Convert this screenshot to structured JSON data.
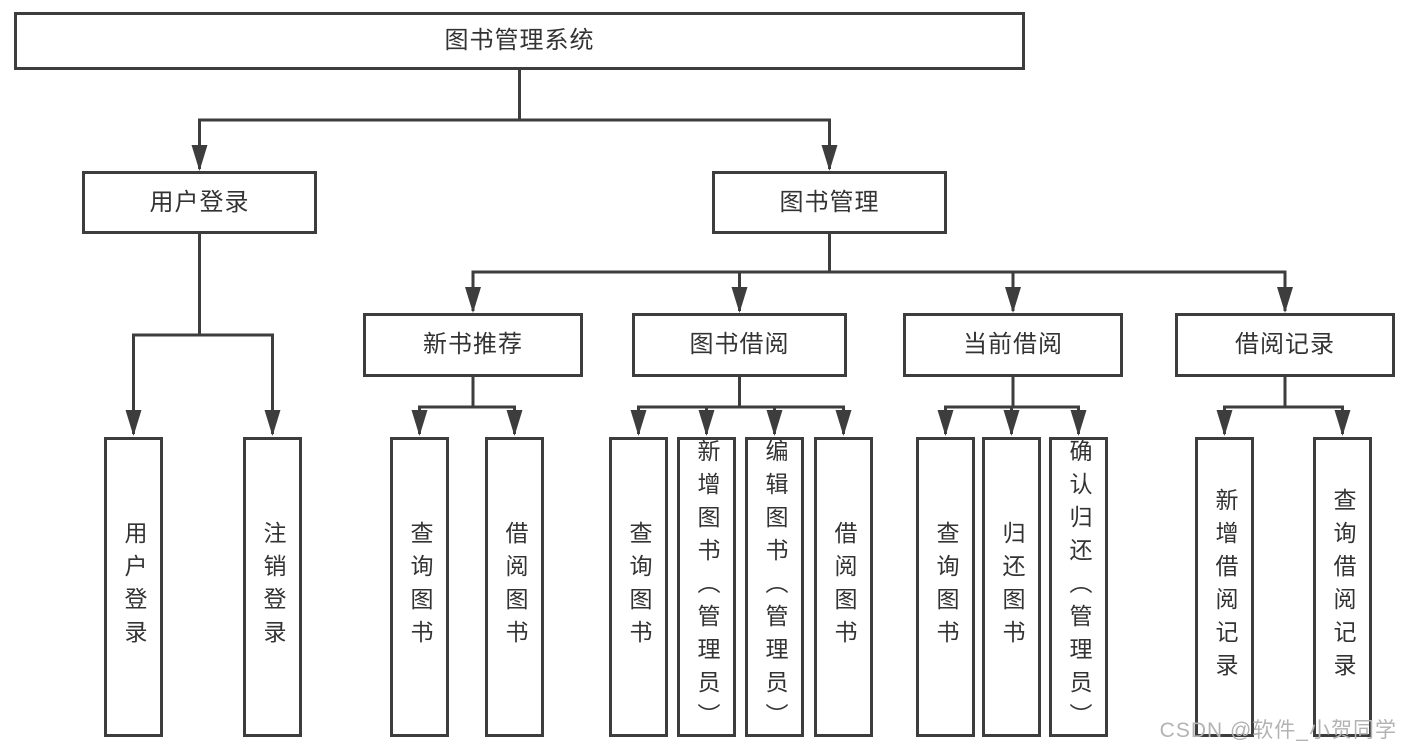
{
  "diagram": {
    "root": {
      "label": "图书管理系统"
    },
    "level2": {
      "user_login": {
        "label": "用户登录"
      },
      "book_management": {
        "label": "图书管理"
      }
    },
    "level3": {
      "new_book_recommend": {
        "label": "新书推荐"
      },
      "book_borrow": {
        "label": "图书借阅"
      },
      "current_borrow": {
        "label": "当前借阅"
      },
      "borrow_records": {
        "label": "借阅记录"
      }
    },
    "level4": {
      "user_login_children": [
        {
          "label": "用户登录"
        },
        {
          "label": "注销登录"
        }
      ],
      "new_book_children": [
        {
          "label": "查询图书"
        },
        {
          "label": "借阅图书"
        }
      ],
      "book_borrow_children": [
        {
          "label": "查询图书"
        },
        {
          "label": "新增图书（管理员）"
        },
        {
          "label": "编辑图书（管理员）"
        },
        {
          "label": "借阅图书"
        }
      ],
      "current_borrow_children": [
        {
          "label": "查询图书"
        },
        {
          "label": "归还图书"
        },
        {
          "label": "确认归还（管理员）"
        }
      ],
      "borrow_records_children": [
        {
          "label": "新增借阅记录"
        },
        {
          "label": "查询借阅记录"
        }
      ]
    }
  },
  "watermark": {
    "text": "CSDN @软件_小贺同学"
  },
  "colors": {
    "line": "#3d3d3d",
    "box_border": "#3d3d3d",
    "box_fill": "#ffffff",
    "text": "#333333",
    "watermark": "#b3b3b3",
    "background": "#ffffff"
  }
}
